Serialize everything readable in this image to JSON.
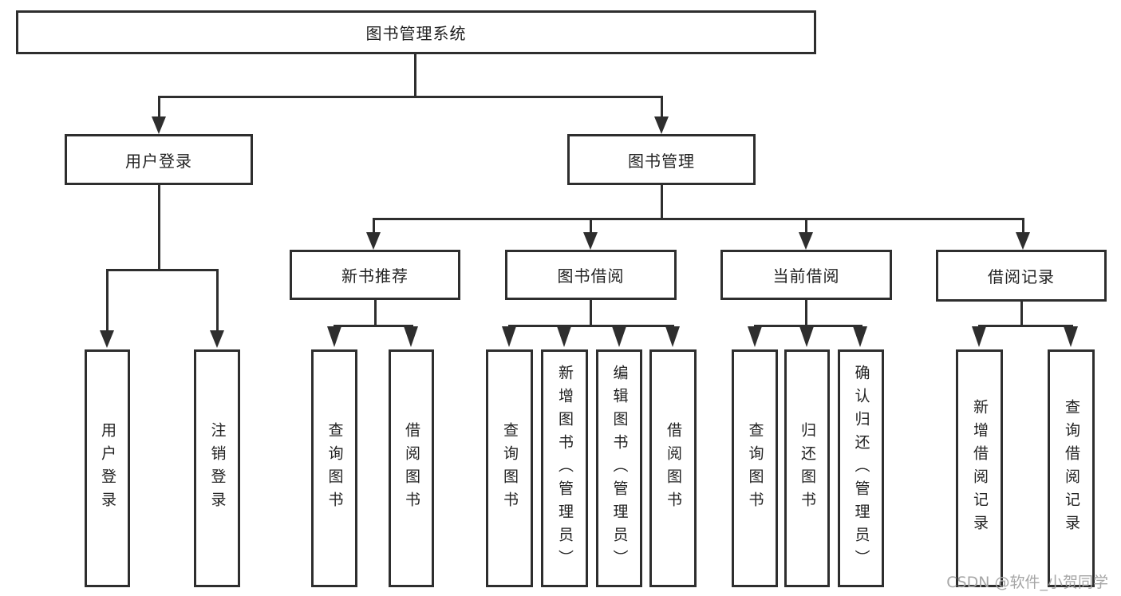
{
  "tree": {
    "root": {
      "label": "图书管理系统"
    },
    "branches": [
      {
        "label": "用户登录",
        "children": [
          {
            "label": "用户登录"
          },
          {
            "label": "注销登录"
          }
        ]
      },
      {
        "label": "图书管理",
        "children": [
          {
            "label": "新书推荐",
            "children": [
              {
                "label": "查询图书"
              },
              {
                "label": "借阅图书"
              }
            ]
          },
          {
            "label": "图书借阅",
            "children": [
              {
                "label": "查询图书"
              },
              {
                "label": "新增图书（管理员）"
              },
              {
                "label": "编辑图书（管理员）"
              },
              {
                "label": "借阅图书"
              }
            ]
          },
          {
            "label": "当前借阅",
            "children": [
              {
                "label": "查询图书"
              },
              {
                "label": "归还图书"
              },
              {
                "label": "确认归还（管理员）"
              }
            ]
          },
          {
            "label": "借阅记录",
            "children": [
              {
                "label": "新增借阅记录"
              },
              {
                "label": "查询借阅记录"
              }
            ]
          }
        ]
      }
    ]
  },
  "watermark": {
    "text": "CSDN @软件_小贺同学"
  },
  "colors": {
    "line": "#2e2e2e",
    "text": "#222222",
    "background": "#ffffff",
    "watermark": "#a6a6a6"
  }
}
